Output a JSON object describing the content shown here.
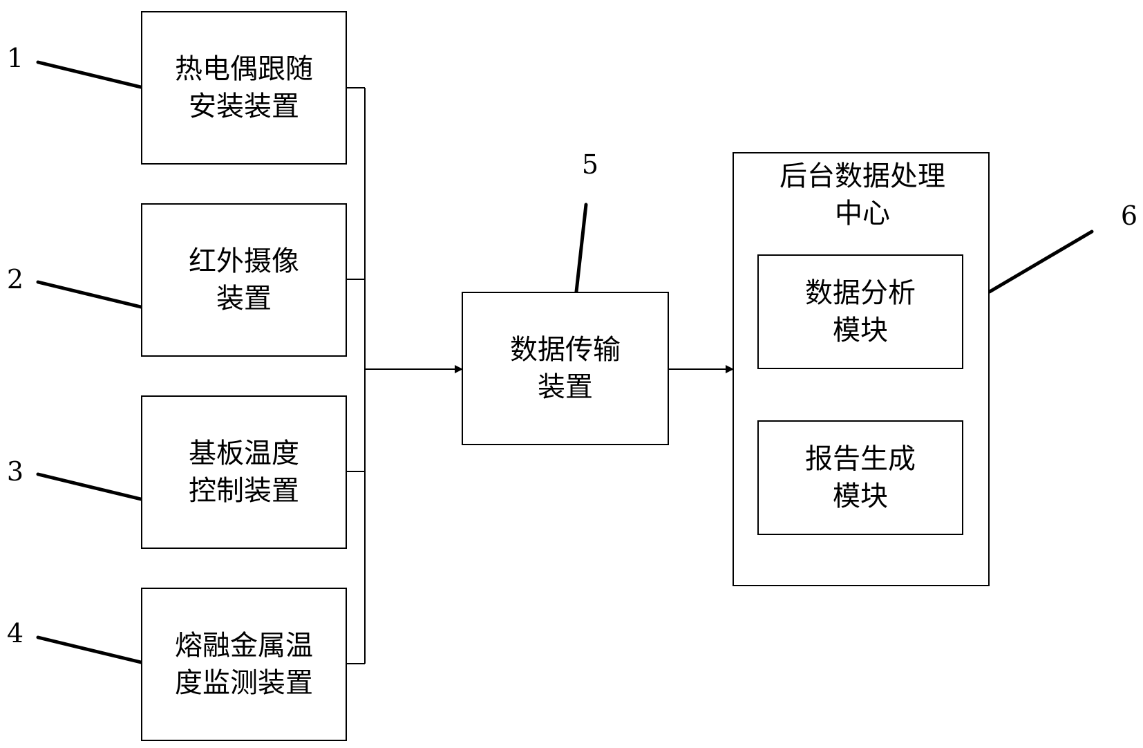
{
  "devices": [
    {
      "id": "1",
      "label": "热电偶跟随\n安装装置"
    },
    {
      "id": "2",
      "label": "红外摄像\n装置"
    },
    {
      "id": "3",
      "label": "基板温度\n控制装置"
    },
    {
      "id": "4",
      "label": "熔融金属温\n度监测装置"
    }
  ],
  "transmission": {
    "id": "5",
    "label": "数据传输\n装置"
  },
  "processing_center": {
    "id": "6",
    "title": "后台数据处理\n中心",
    "modules": [
      {
        "label": "数据分析\n模块"
      },
      {
        "label": "报告生成\n模块"
      }
    ]
  },
  "colors": {
    "line": "#000000",
    "background": "#ffffff"
  }
}
